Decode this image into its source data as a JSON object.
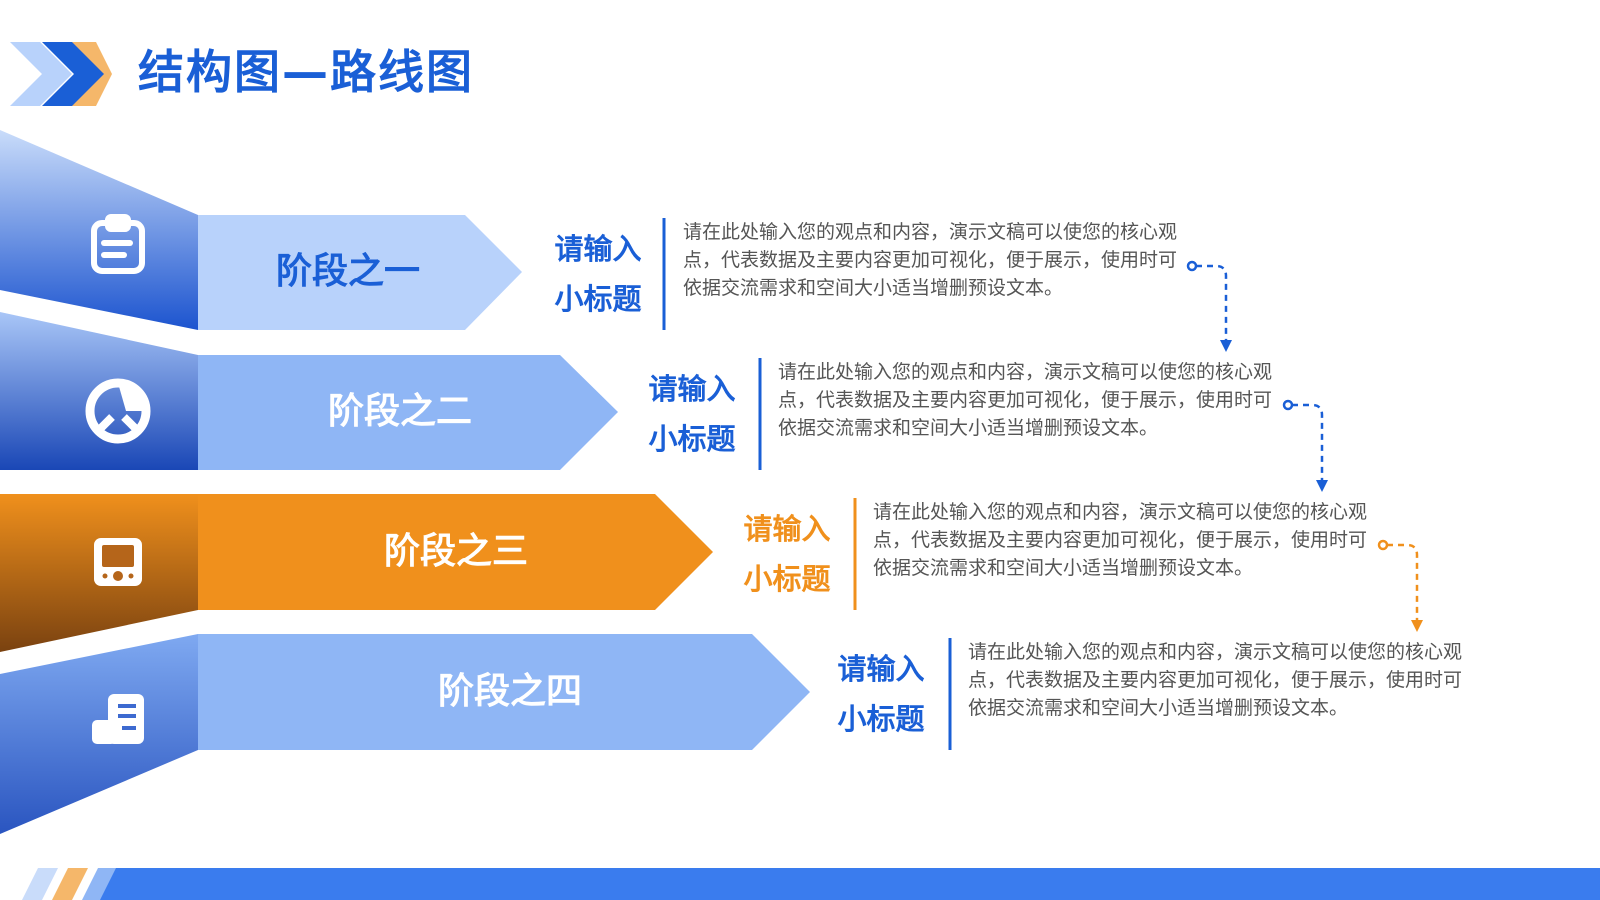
{
  "title": "结构图—路线图",
  "colors": {
    "primary": "#1a5fd6",
    "accent": "#f0901c",
    "light_blue": "#b8d2fb",
    "mid_blue": "#8fb6f5",
    "footer_bar": "#3a7cee"
  },
  "stages": [
    {
      "label": "阶段之一",
      "icon": "clipboard-icon",
      "subtitle_line1": "请输入",
      "subtitle_line2": "小标题",
      "description": "请在此处输入您的观点和内容，演示文稿可以使您的核心观点，代表数据及主要内容更加可视化，便于展示，使用时可依据交流需求和空间大小适当增删预设文本。"
    },
    {
      "label": "阶段之二",
      "icon": "pie-chart-icon",
      "subtitle_line1": "请输入",
      "subtitle_line2": "小标题",
      "description": "请在此处输入您的观点和内容，演示文稿可以使您的核心观点，代表数据及主要内容更加可视化，便于展示，使用时可依据交流需求和空间大小适当增删预设文本。"
    },
    {
      "label": "阶段之三",
      "icon": "video-player-icon",
      "subtitle_line1": "请输入",
      "subtitle_line2": "小标题",
      "description": "请在此处输入您的观点和内容，演示文稿可以使您的核心观点，代表数据及主要内容更加可视化，便于展示，使用时可依据交流需求和空间大小适当增删预设文本。"
    },
    {
      "label": "阶段之四",
      "icon": "document-list-icon",
      "subtitle_line1": "请输入",
      "subtitle_line2": "小标题",
      "description": "请在此处输入您的观点和内容，演示文稿可以使您的核心观点，代表数据及主要内容更加可视化，便于展示，使用时可依据交流需求和空间大小适当增删预设文本。"
    }
  ]
}
